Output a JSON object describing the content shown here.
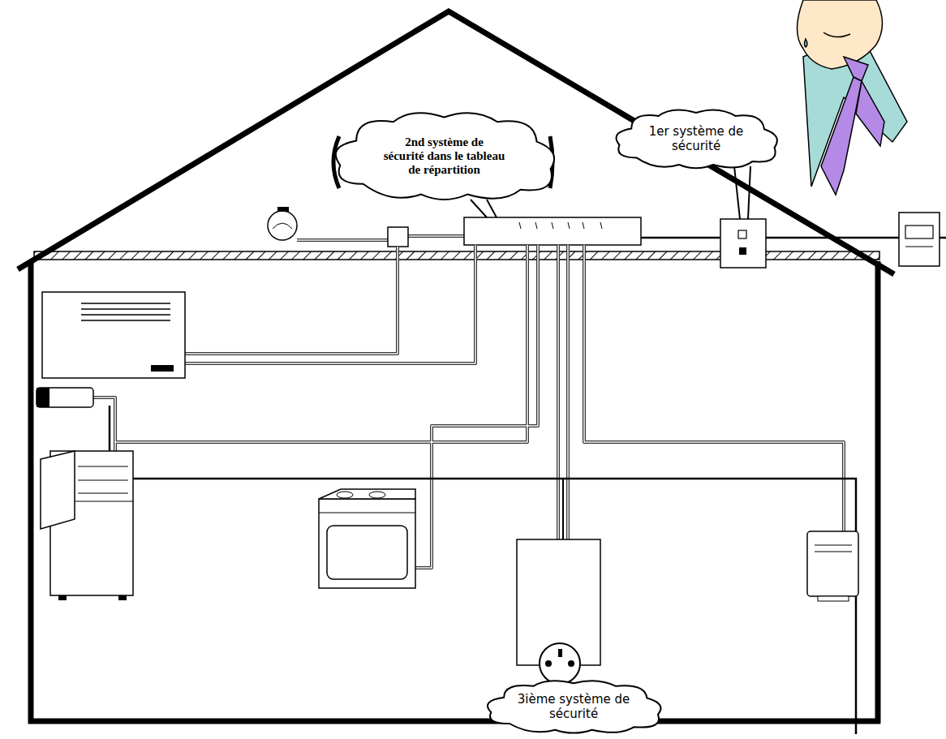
{
  "diagram": {
    "nodes": [
      {
        "text": [
          "2nd système de sécurité dans le tableau de répartition"
        ]
      },
      {
        "text": [
          "1er système de sécurité"
        ]
      },
      {
        "text": [
          "3ième système de sécurité"
        ]
      }
    ]
  }
}
